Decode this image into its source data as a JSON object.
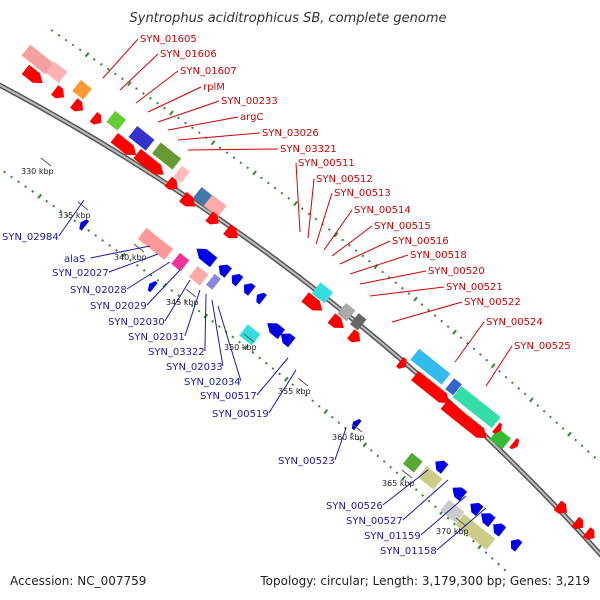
{
  "title": "Syntrophus aciditrophicus SB, complete genome",
  "footer": {
    "accession": "Accession: NC_007759",
    "topology": "Topology: circular; Length: 3,179,300 bp; Genes: 3,219"
  },
  "scale_labels": [
    "330 kbp",
    "335 kbp",
    "340 kbp",
    "345 kbp",
    "350 kbp",
    "355 kbp",
    "360 kbp",
    "365 kbp",
    "370 kbp"
  ],
  "red_labels": [
    "SYN_01605",
    "SYN_01606",
    "SYN_01607",
    "rplM",
    "SYN_00233",
    "argC",
    "SYN_03026",
    "SYN_03321",
    "SYN_00511",
    "SYN_00512",
    "SYN_00513",
    "SYN_00514",
    "SYN_00515",
    "SYN_00516",
    "SYN_00518",
    "SYN_00520",
    "SYN_00521",
    "SYN_00522",
    "SYN_00524",
    "SYN_00525"
  ],
  "blue_labels": [
    "SYN_02984",
    "alaS",
    "SYN_02027",
    "SYN_02028",
    "SYN_02029",
    "SYN_02030",
    "SYN_02031",
    "SYN_03322",
    "SYN_02033",
    "SYN_02034",
    "SYN_00517",
    "SYN_00519",
    "SYN_00523",
    "SYN_00526",
    "SYN_00527",
    "SYN_01159",
    "SYN_01158"
  ],
  "colors": {
    "forward_gene": "#ff0000",
    "reverse_gene": "#0000e6",
    "backbone": "#888888",
    "gc_skew_dots": "#2e8b2e",
    "label_red": "#d40000",
    "label_blue": "#1a1aaa"
  }
}
